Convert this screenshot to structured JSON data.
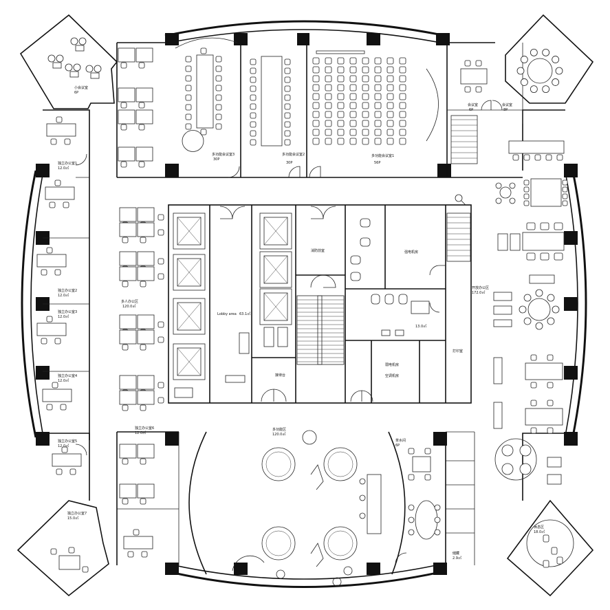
{
  "labels": {
    "lobby": "Lobby area",
    "lobby_area": "63.1㎡",
    "meeting_3_name": "多功能会议室3",
    "meeting_3_size": "30P",
    "meeting_2_name": "多功能会议室2",
    "meeting_2_size": "30P",
    "meeting_1_name": "多功能会议室1",
    "meeting_1_size": "56P",
    "office_open_name": "多人办公区",
    "office_open_area": "120.0㎡",
    "multi_area_name": "多功能区",
    "multi_area_area": "120.0㎡",
    "open_office_right_name": "开放办公区",
    "open_office_right_area": "172.0㎡",
    "fire_room": "消防前室",
    "elevator_room": "强电机房",
    "weak_room": "弱电机房",
    "machine_room": "空调机房",
    "toilet_area": "13.0㎡",
    "print_room": "打印室",
    "reception": "接待台",
    "manager_1": "独立办公室1",
    "manager_1_area": "12.0㎡",
    "manager_2": "独立办公室2",
    "manager_2_area": "12.0㎡",
    "manager_3": "独立办公室3",
    "manager_3_area": "12.0㎡",
    "manager_4": "独立办公室4",
    "manager_4_area": "12.0㎡",
    "manager_5": "独立办公室5",
    "manager_5_area": "12.0㎡",
    "manager_6": "独立办公室6",
    "manager_6_area": "12.0㎡",
    "manager_7": "独立办公室7",
    "manager_7_area": "15.0㎡",
    "meeting_small": "会议室",
    "meeting_small_size": "6P",
    "meeting_round": "会议室",
    "meeting_round_size": "8P",
    "lounge": "休息区",
    "lounge_area": "18.0㎡",
    "storage": "储藏",
    "storage_area": "2.9㎡",
    "pantry": "茶水间",
    "pantry_area": "6P",
    "small_meeting_right": "小会议室",
    "small_meeting_right_area": "6P"
  },
  "colors": {
    "line": "#111111",
    "background": "#ffffff"
  }
}
